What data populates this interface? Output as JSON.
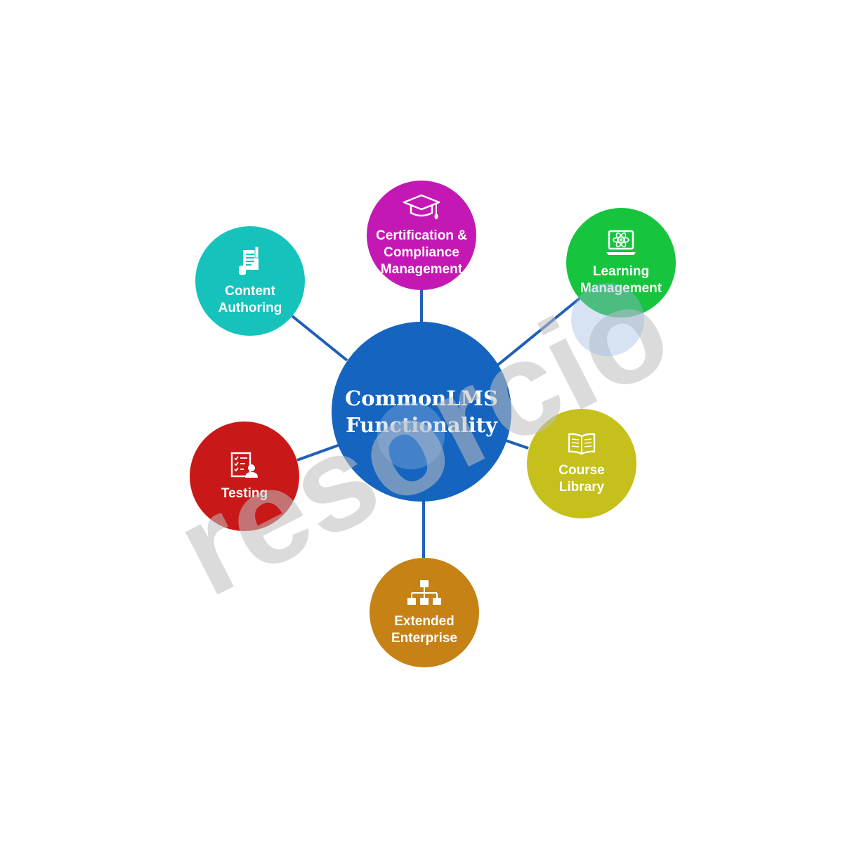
{
  "hub": {
    "title": "CommonLMS\nFunctionality",
    "color": "#1565c0"
  },
  "nodes": [
    {
      "id": "certification",
      "label": "Certification &\nCompliance\nManagement",
      "color": "#c318b3",
      "icon": "graduation-cap-icon"
    },
    {
      "id": "learning",
      "label": "Learning\nManagement",
      "color": "#16c43e",
      "icon": "laptop-atom-icon"
    },
    {
      "id": "course",
      "label": "Course\nLibrary",
      "color": "#c5c01b",
      "icon": "open-book-icon"
    },
    {
      "id": "extended",
      "label": "Extended\nEnterprise",
      "color": "#c68215",
      "icon": "org-chart-icon"
    },
    {
      "id": "testing",
      "label": "Testing",
      "color": "#c91818",
      "icon": "checklist-user-icon"
    },
    {
      "id": "content",
      "label": "Content\nAuthoring",
      "color": "#15c3bc",
      "icon": "document-pen-icon"
    }
  ],
  "connector_color": "#1f5fb8",
  "watermark": {
    "text": "resorcio",
    "color": "#bfbfbf"
  }
}
